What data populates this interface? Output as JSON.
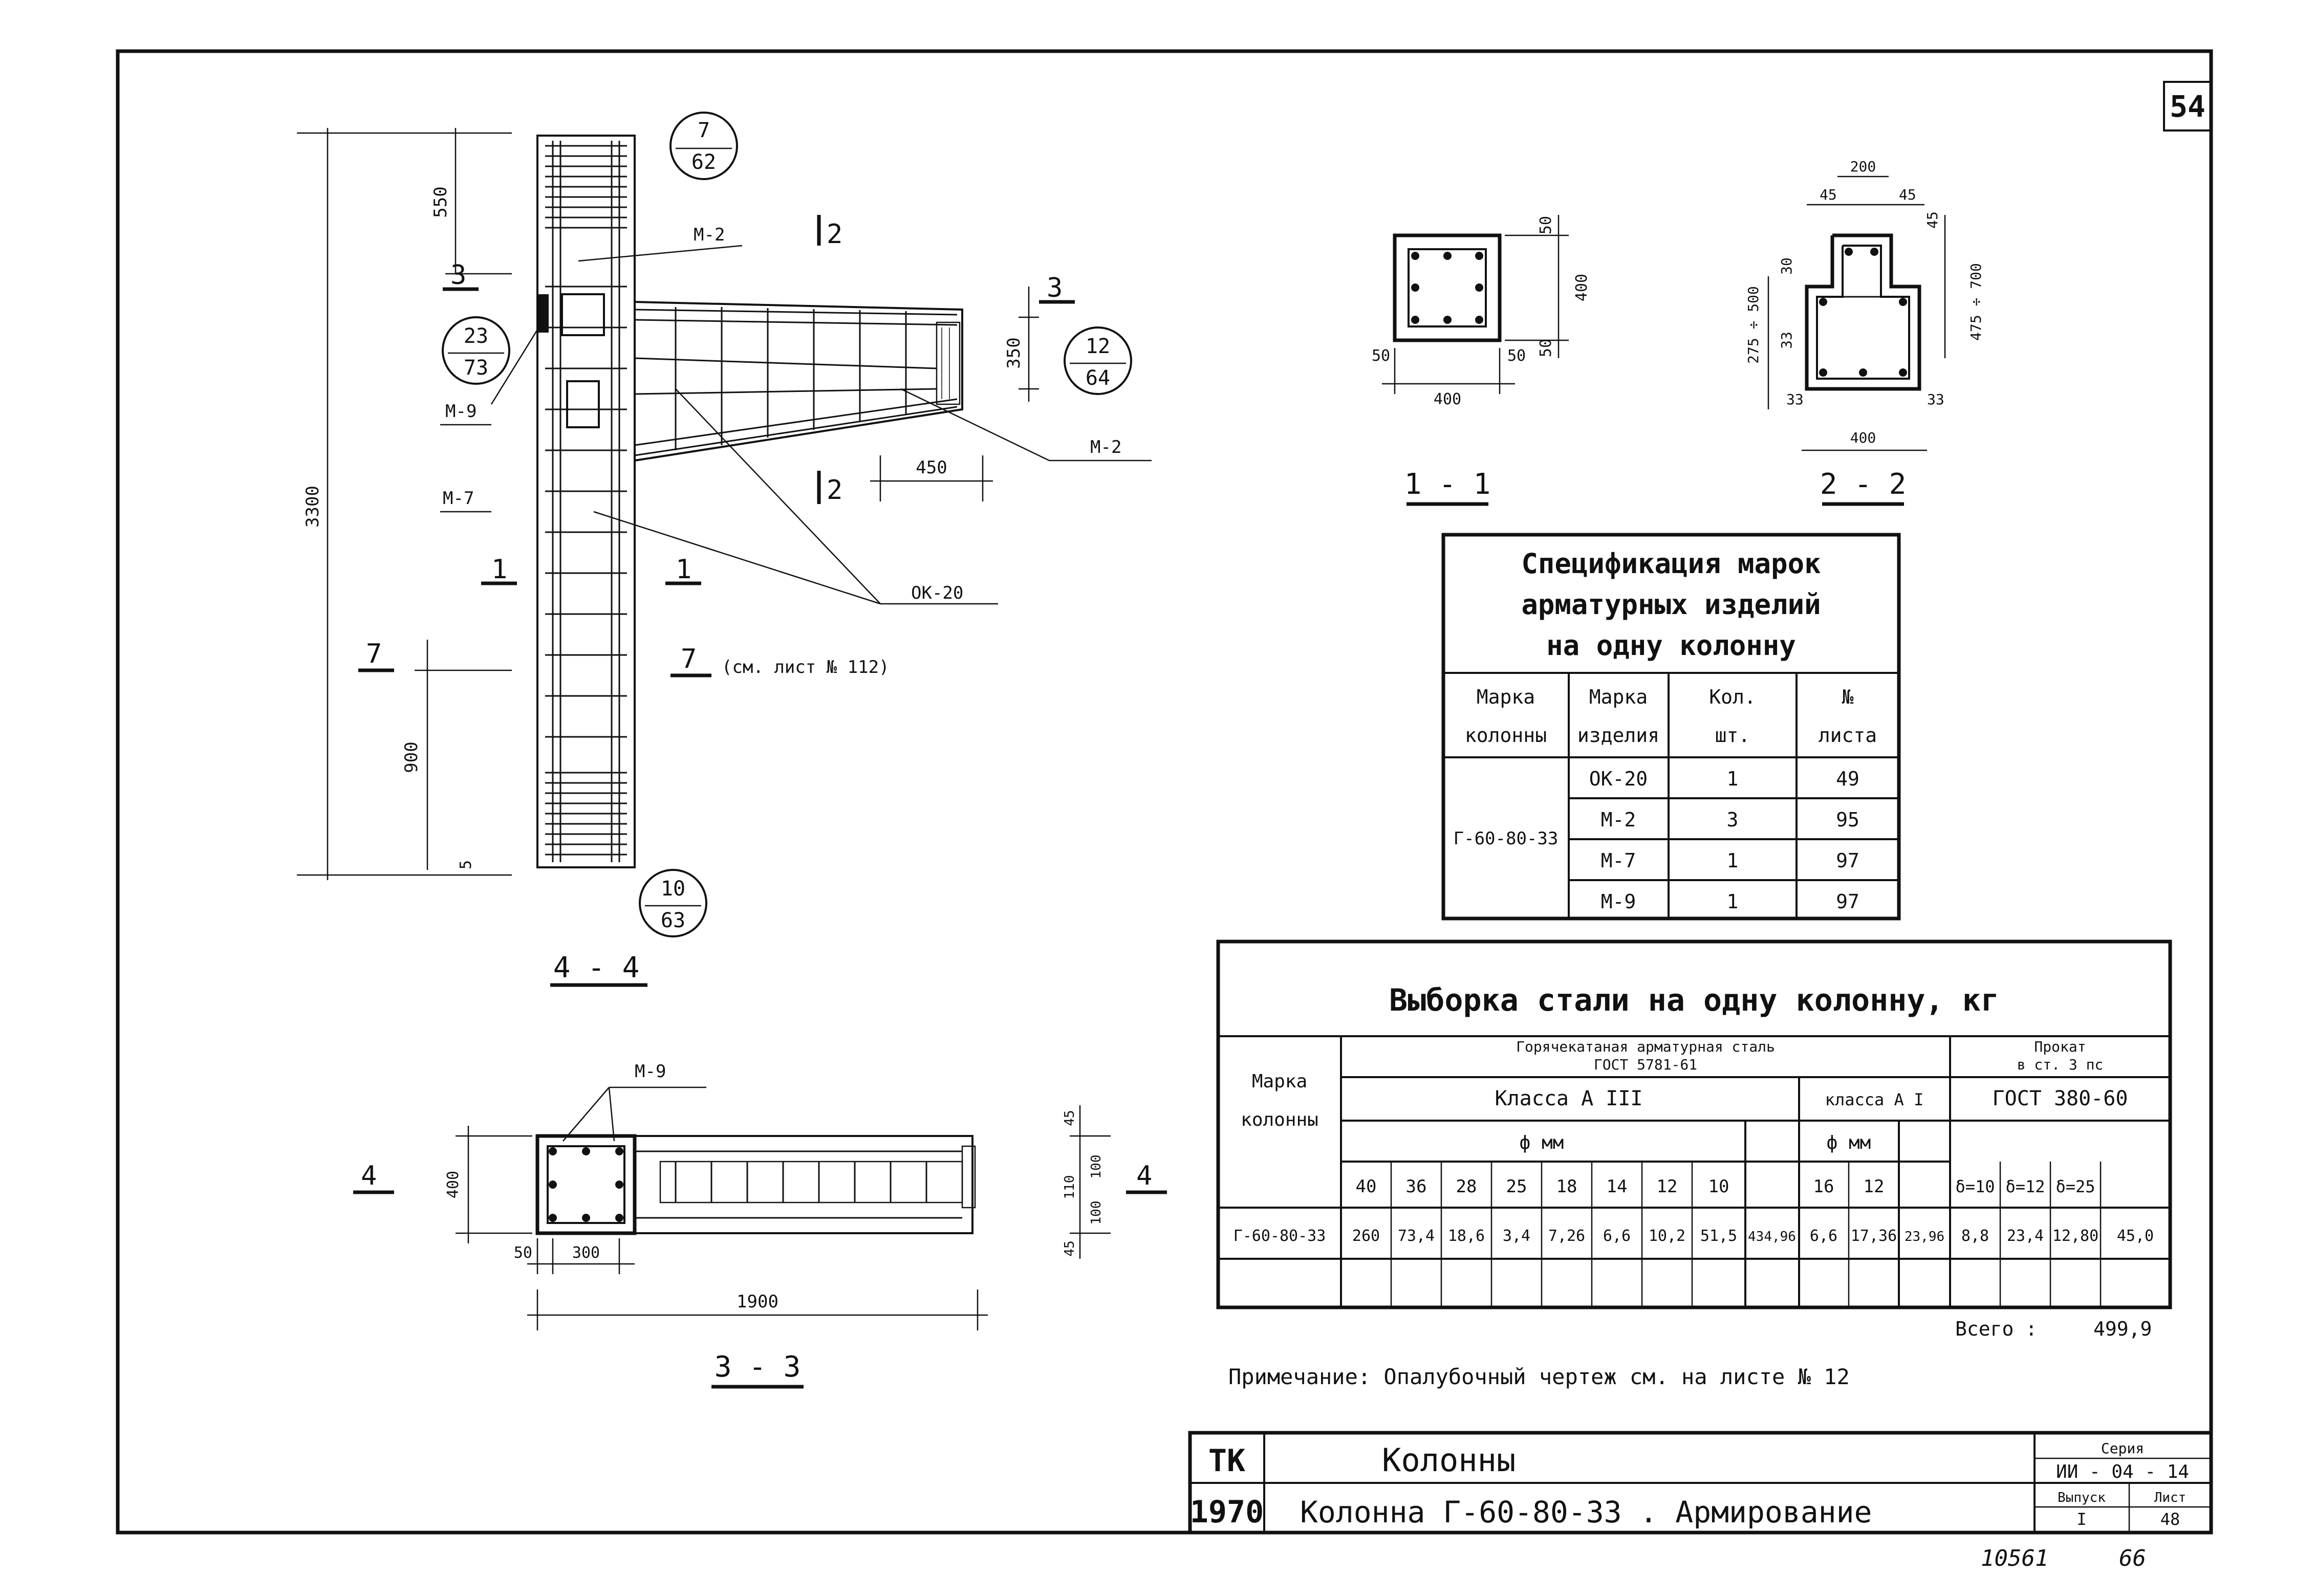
{
  "corner_stamp": "54",
  "plan_notes": {
    "m2_top": "М-2",
    "m9_left": "М-9",
    "m7": "М-7",
    "m2_right": "М-2",
    "ok20": "ОК-20",
    "see_sheet": "(см. лист № 112)",
    "m9_bottom": "М-9"
  },
  "section_marks": {
    "s2": "2",
    "s3": "3",
    "s1": "1",
    "s7": "7",
    "s4": "4"
  },
  "node_refs": [
    {
      "top": "7",
      "bottom": "62"
    },
    {
      "top": "23",
      "bottom": "73"
    },
    {
      "top": "12",
      "bottom": "64"
    },
    {
      "top": "10",
      "bottom": "63"
    }
  ],
  "dimensions": {
    "d3300": "3300",
    "d550": "550",
    "d900": "900",
    "d5": "5",
    "d350": "350",
    "d450": "450",
    "d50a": "50",
    "d400a": "400",
    "d50b": "50",
    "d50c": "50",
    "d50d": "50",
    "d400b": "400",
    "d200": "200",
    "d45a": "45",
    "d45b": "45",
    "d45c": "45",
    "d30": "30",
    "d33a": "33",
    "d275": "275 ÷ 500",
    "d475": "475 ÷ 700",
    "d33b": "33",
    "d33c": "33",
    "d400c": "400",
    "d400d": "400",
    "d50e": "50",
    "d300": "300",
    "d1900": "1900",
    "d45d": "45",
    "d100a": "100",
    "d110": "110",
    "d100b": "100",
    "d45e": "45"
  },
  "view_titles": {
    "v44": "4 - 4",
    "v11": "1 - 1",
    "v22": "2 - 2",
    "v33": "3 - 3"
  },
  "spec_table": {
    "title_lines": [
      "Спецификация марок",
      "арматурных изделий",
      "на одну колонну"
    ],
    "headers": [
      [
        "Марка",
        "колонны"
      ],
      [
        "Марка",
        "изделия"
      ],
      [
        "Кол.",
        "шт."
      ],
      [
        "№",
        "листа"
      ]
    ],
    "column_mark": "Г-60-80-33",
    "rows": [
      {
        "item": "ОК-20",
        "qty": "1",
        "sheet": "49"
      },
      {
        "item": "М-2",
        "qty": "3",
        "sheet": "95"
      },
      {
        "item": "М-7",
        "qty": "1",
        "sheet": "97"
      },
      {
        "item": "М-9",
        "qty": "1",
        "sheet": "97"
      }
    ]
  },
  "steel_table": {
    "title": "Выборка стали на одну колонну, кг",
    "col_mark_header": [
      "Марка",
      "колонны"
    ],
    "hot_rolled": [
      "Горячекатаная арматурная сталь",
      "ГОСТ 5781-61"
    ],
    "prokat": [
      "Прокат",
      "в ст. 3 пс"
    ],
    "class_a3": "Класса А III",
    "class_a1": "класса А I",
    "gost380": "ГОСТ 380-60",
    "dia_label_a3": "ф мм",
    "dia_label_a1": "ф мм",
    "diameters_a3": [
      "40",
      "36",
      "28",
      "25",
      "18",
      "14",
      "12",
      "10"
    ],
    "diameters_a1": [
      "16",
      "12"
    ],
    "thicknesses": [
      "δ=10",
      "δ=12",
      "δ=25"
    ],
    "row": {
      "mark": "Г-60-80-33",
      "a3": [
        "260",
        "73,4",
        "18,6",
        "3,4",
        "7,26",
        "6,6",
        "10,2",
        "51,5"
      ],
      "a3_total": "434,96",
      "a1": [
        "6,6",
        "17,36"
      ],
      "a1_total": "23,96",
      "plates": [
        "8,8",
        "23,4",
        "12,80"
      ],
      "plates_total": "45,0"
    },
    "total_label": "Всего :",
    "total_value": "499,9"
  },
  "note": "Примечание: Опалубочный чертеж см. на листе № 12",
  "title_block": {
    "org": "ТК",
    "year": "1970",
    "name": "Колонны",
    "subtitle": "Колонна Г-60-80-33 . Армирование",
    "series_label": "Серия",
    "series_value": "ИИ - 04 - 14",
    "issue_label": "Выпуск",
    "issue_value": "I",
    "sheet_label": "Лист",
    "sheet_value": "48"
  },
  "bottom_marks": {
    "inv": "10561",
    "page": "66"
  }
}
